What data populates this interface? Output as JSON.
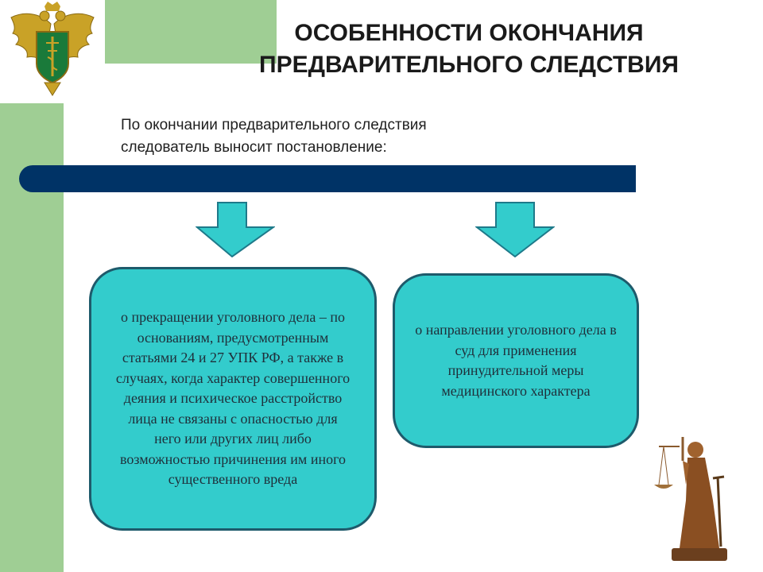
{
  "title": {
    "line1": "ОСОБЕННОСТИ ОКОНЧАНИЯ",
    "line2": "ПРЕДВАРИТЕЛЬНОГО СЛЕДСТВИЯ"
  },
  "intro": {
    "line1": "По окончании предварительного следствия",
    "line2": "следователь выносит постановление:"
  },
  "boxes": [
    {
      "text": "о прекращении уголовного дела – по основаниям, предусмотренным статьями 24 и 27 УПК РФ, а также в случаях, когда характер совершенного деяния и психическое расстройство лица не связаны с опасностью для него или других лиц либо возможностью причинения им иного существенного вреда"
    },
    {
      "text": "о направлении уголовного дела в суд для применения принудительной меры медицинского характера"
    }
  ],
  "colors": {
    "green_accent": "#9fce94",
    "bar_navy": "#003366",
    "box_teal": "#33cccc",
    "box_border": "#1e5a6b",
    "emblem_gold": "#c9a227",
    "emblem_green": "#1a7a3a"
  },
  "icons": {
    "emblem": "customs-emblem-double-headed-eagle",
    "statue": "themis-justice-statue"
  }
}
